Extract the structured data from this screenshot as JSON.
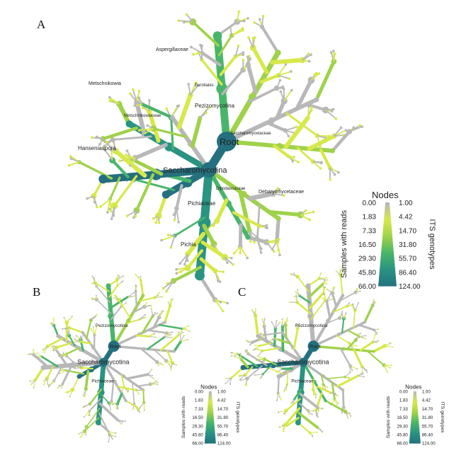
{
  "panels": [
    {
      "label": "A",
      "root_label": "Root",
      "clades": [
        "Saccharomycotina",
        "Pezizomycotina",
        "Pichiaceae",
        "Pichia",
        "Hanseniaspora",
        "Aspergillaceae",
        "Metschnikowia",
        "Debaryomycetaceae",
        "Saccharomycetaceae",
        "Metschnikowiaceae",
        "Dipodascaceae",
        "Eurotiales"
      ]
    },
    {
      "label": "B",
      "root_label": "Root",
      "clades": [
        "Saccharomycotina",
        "Pichiaceae",
        "Pezizomycotina"
      ]
    },
    {
      "label": "C",
      "root_label": "Root",
      "clades": [
        "Saccharomycotina",
        "Pichiaceae",
        "Pezizomycotina"
      ]
    }
  ],
  "legend": {
    "title": "Nodes",
    "left_axis_label": "Samples with reads",
    "right_axis_label": "ITS genotypes",
    "left_ticks": [
      "0.00",
      "1.83",
      "7.33",
      "16.50",
      "29.30",
      "45.80",
      "66.00"
    ],
    "right_ticks": [
      "1.00",
      "4.42",
      "14.70",
      "31.80",
      "55.70",
      "86.40",
      "124.00"
    ]
  },
  "colors": {
    "zero": "#b8b8b8",
    "low": "#d7e84a",
    "mid_low": "#9fd24a",
    "mid": "#48b56a",
    "mid_high": "#2a9382",
    "high": "#24707f"
  }
}
